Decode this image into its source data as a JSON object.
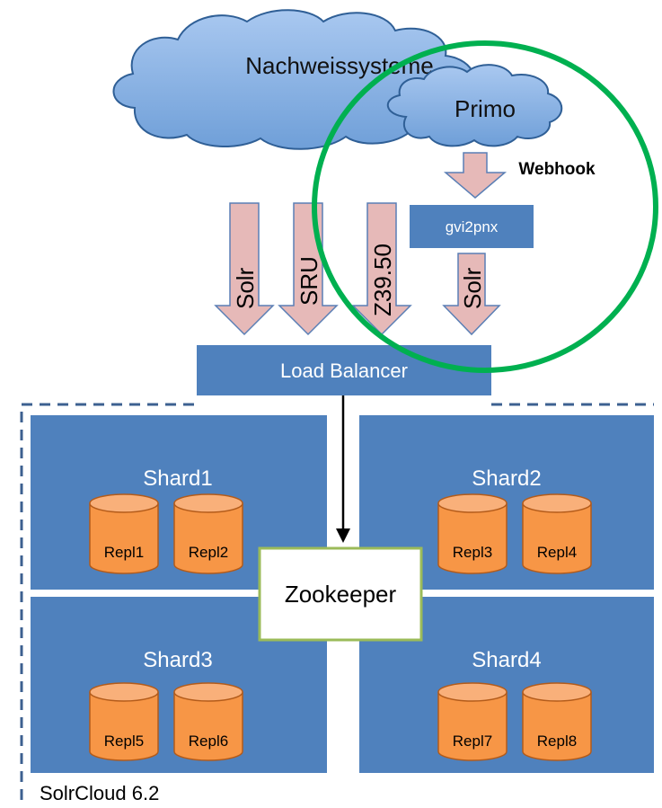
{
  "clouds": {
    "main_label": "Nachweissysteme",
    "sub_label": "Primo"
  },
  "webhook_label": "Webhook",
  "converter_label": "gvi2pnx",
  "arrows": [
    "Solr",
    "SRU",
    "Z39.50",
    "Solr"
  ],
  "load_balancer_label": "Load Balancer",
  "zookeeper_label": "Zookeeper",
  "shards": [
    {
      "name": "Shard1",
      "replicas": [
        "Repl1",
        "Repl2"
      ]
    },
    {
      "name": "Shard2",
      "replicas": [
        "Repl3",
        "Repl4"
      ]
    },
    {
      "name": "Shard3",
      "replicas": [
        "Repl5",
        "Repl6"
      ]
    },
    {
      "name": "Shard4",
      "replicas": [
        "Repl7",
        "Repl8"
      ]
    }
  ],
  "cluster_label": "SolrCloud 6.2",
  "colors": {
    "cloud_fill": "#8ab3e6",
    "cloud_stroke": "#2f5f96",
    "box_blue": "#4f81bd",
    "box_blue_dark": "#3d6fa8",
    "arrow_fill": "#e6b9b8",
    "arrow_stroke": "#5a7fb5",
    "cylinder_fill": "#f79646",
    "cylinder_top": "#f9b07a",
    "cylinder_stroke": "#b35b1a",
    "zookeeper_border": "#9bbb59",
    "highlight_circle": "#00b050",
    "dashed_border": "#3d6090"
  }
}
